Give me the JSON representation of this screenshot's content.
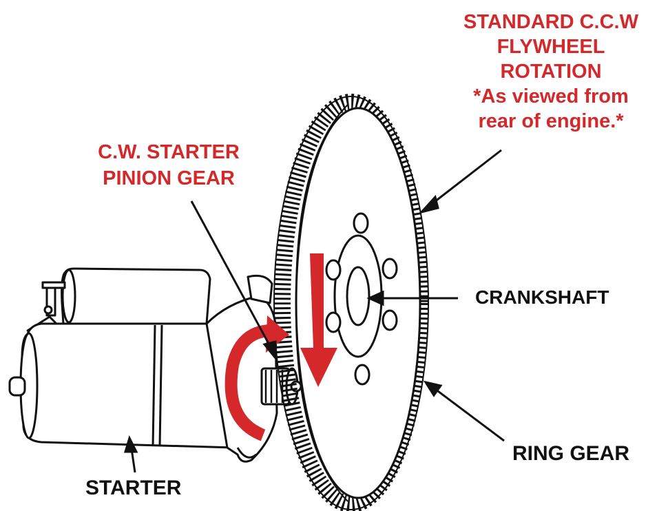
{
  "labels": {
    "flywheel_rotation": {
      "line1": "STANDARD C.C.W",
      "line2": "FLYWHEEL",
      "line3": "ROTATION",
      "line4": "*As viewed from",
      "line5": "rear of engine.*"
    },
    "pinion": {
      "line1": "C.W. STARTER",
      "line2": "PINION GEAR"
    },
    "crankshaft": "CRANKSHAFT",
    "ring_gear": "RING GEAR",
    "starter": "STARTER"
  },
  "colors": {
    "annotation_red": "#d4282b",
    "line_black": "#111111",
    "paper_white": "#ffffff"
  },
  "icons": {
    "starter": "starter-motor-icon",
    "flywheel": "flywheel-icon",
    "pinion_arrow": "clockwise-arrow-icon",
    "flywheel_arrow": "down-arrow-icon"
  }
}
